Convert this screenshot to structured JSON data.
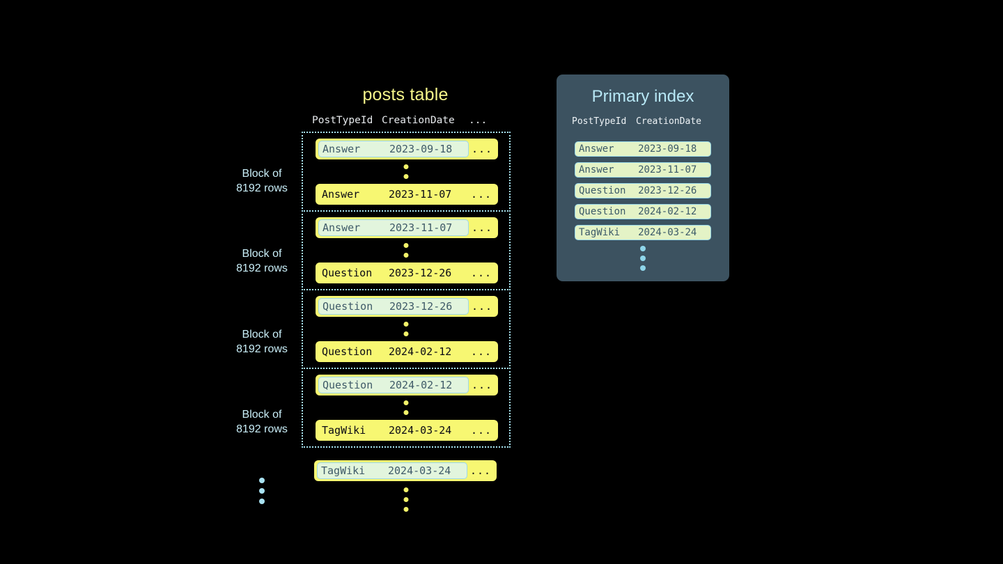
{
  "posts_table": {
    "title": "posts table",
    "columns": {
      "post_type_id": "PostTypeId",
      "creation_date": "CreationDate",
      "more": "..."
    },
    "blocks": [
      {
        "label_line1": "Block of",
        "label_line2": "8192 rows",
        "first_row": {
          "post_type_id": "Answer",
          "creation_date": "2023-09-18",
          "more": "...",
          "highlighted": true
        },
        "last_row": {
          "post_type_id": "Answer",
          "creation_date": "2023-11-07",
          "more": "...",
          "highlighted": false
        }
      },
      {
        "label_line1": "Block of",
        "label_line2": "8192 rows",
        "first_row": {
          "post_type_id": "Answer",
          "creation_date": "2023-11-07",
          "more": "...",
          "highlighted": true
        },
        "last_row": {
          "post_type_id": "Question",
          "creation_date": "2023-12-26",
          "more": "...",
          "highlighted": false
        }
      },
      {
        "label_line1": "Block of",
        "label_line2": "8192 rows",
        "first_row": {
          "post_type_id": "Question",
          "creation_date": "2023-12-26",
          "more": "...",
          "highlighted": true
        },
        "last_row": {
          "post_type_id": "Question",
          "creation_date": "2024-02-12",
          "more": "...",
          "highlighted": false
        }
      },
      {
        "label_line1": "Block of",
        "label_line2": "8192 rows",
        "first_row": {
          "post_type_id": "Question",
          "creation_date": "2024-02-12",
          "more": "...",
          "highlighted": true
        },
        "last_row": {
          "post_type_id": "TagWiki",
          "creation_date": "2024-03-24",
          "more": "...",
          "highlighted": false
        }
      }
    ],
    "trailing_row": {
      "post_type_id": "TagWiki",
      "creation_date": "2024-03-24",
      "more": "...",
      "highlighted": true
    }
  },
  "primary_index": {
    "title": "Primary index",
    "columns": {
      "post_type_id": "PostTypeId",
      "creation_date": "CreationDate"
    },
    "rows": [
      {
        "post_type_id": "Answer",
        "creation_date": "2023-09-18"
      },
      {
        "post_type_id": "Answer",
        "creation_date": "2023-11-07"
      },
      {
        "post_type_id": "Question",
        "creation_date": "2023-12-26"
      },
      {
        "post_type_id": "Question",
        "creation_date": "2024-02-12"
      },
      {
        "post_type_id": "TagWiki",
        "creation_date": "2024-03-24"
      }
    ]
  },
  "colors": {
    "background": "#000000",
    "row_yellow": "#f7f772",
    "title_yellow": "#f5f58a",
    "accent_blue": "#a9e4f2",
    "panel_slate": "#3c5260",
    "index_row_green": "#e4f3c6",
    "highlight_mint": "#e2f5dd"
  }
}
